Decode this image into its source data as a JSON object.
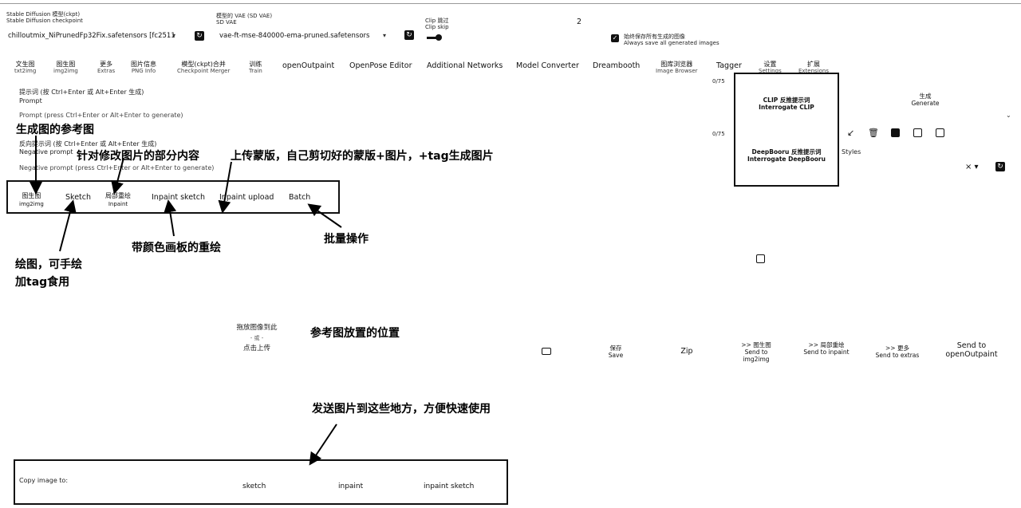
{
  "top": {
    "checkpoint_label_cn": "Stable Diffusion 模型(ckpt)",
    "checkpoint_label_en": "Stable Diffusion checkpoint",
    "checkpoint_value": "chilloutmix_NiPrunedFp32Fix.safetensors [fc2511",
    "vae_label_cn": "模型的 VAE (SD VAE)",
    "vae_label_en": "SD VAE",
    "vae_value": "vae-ft-mse-840000-ema-pruned.safetensors",
    "clip_label_cn": "Clip 跳过",
    "clip_label_en": "Clip skip",
    "clip_value": "2",
    "save_all_cn": "始终保存所有生成的图像",
    "save_all_en": "Always save all generated images"
  },
  "tabs": [
    {
      "cn": "文生图",
      "en": "txt2img"
    },
    {
      "cn": "图生图",
      "en": "img2img"
    },
    {
      "cn": "更多",
      "en": "Extras"
    },
    {
      "cn": "图片信息",
      "en": "PNG Info"
    },
    {
      "cn": "模型(ckpt)合并",
      "en": "Checkpoint Merger"
    },
    {
      "cn": "训练",
      "en": "Train"
    },
    {
      "label": "openOutpaint"
    },
    {
      "label": "OpenPose Editor"
    },
    {
      "label": "Additional Networks"
    },
    {
      "label": "Model Converter"
    },
    {
      "label": "Dreambooth"
    },
    {
      "cn": "图库浏览器",
      "en": "Image Browser"
    },
    {
      "label": "Tagger"
    },
    {
      "cn": "设置",
      "en": "Settings"
    },
    {
      "cn": "扩展",
      "en": "Extensions"
    }
  ],
  "prompt": {
    "label_cn": "提示词 (按 Ctrl+Enter 或 Alt+Enter 生成)",
    "label_en": "Prompt",
    "placeholder": "Prompt (press Ctrl+Enter or Alt+Enter to generate)",
    "counter": "0/75"
  },
  "negative": {
    "label_cn": "反向提示词 (按 Ctrl+Enter 或 Alt+Enter 生成)",
    "label_en": "Negative prompt",
    "placeholder": "Negative prompt (press Ctrl+Enter or Alt+Enter to generate)",
    "counter": "0/75"
  },
  "interrogate": {
    "clip_cn": "CLIP 反推提示词",
    "clip_en": "Interrogate CLIP",
    "deepbooru_cn": "DeepBooru 反推提示词",
    "deepbooru_en": "Interrogate DeepBooru"
  },
  "generate": {
    "cn": "生成",
    "en": "Generate"
  },
  "styles_label": "Styles",
  "subtabs": [
    {
      "cn": "图生图",
      "en": "img2img"
    },
    {
      "label": "Sketch"
    },
    {
      "cn": "局部重绘",
      "en": "Inpaint"
    },
    {
      "label": "Inpaint sketch"
    },
    {
      "label": "Inpaint upload"
    },
    {
      "label": "Batch"
    }
  ],
  "upload": {
    "line1": "拖放图像到此",
    "line2": "- 或 -",
    "line3": "点击上传"
  },
  "output_buttons": [
    {
      "cn": "保存",
      "en": "Save"
    },
    {
      "label": "Zip"
    },
    {
      "cn": ">> 图生图",
      "en": "Send to img2img"
    },
    {
      "cn": ">> 局部重绘",
      "en": "Send to inpaint"
    },
    {
      "cn": ">> 更多",
      "en": "Send to extras"
    },
    {
      "cn": "Send to",
      "en": "openOutpaint"
    }
  ],
  "copy_row": {
    "label": "Copy image to:",
    "items": [
      "sketch",
      "inpaint",
      "inpaint sketch"
    ]
  },
  "annotations": {
    "ref_image": "生成图的参考图",
    "inpaint_part": "针对修改图片的部分内容",
    "upload_mask": "上传蒙版，自己剪切好的蒙版+图片，+tag生成图片",
    "color_inpaint": "带颜色画板的重绘",
    "batch_ops": "批量操作",
    "sketch_1": "绘图，可手绘",
    "sketch_2": "加tag食用",
    "ref_position": "参考图放置的位置",
    "send_to": "发送图片到这些地方，方便快速使用"
  }
}
